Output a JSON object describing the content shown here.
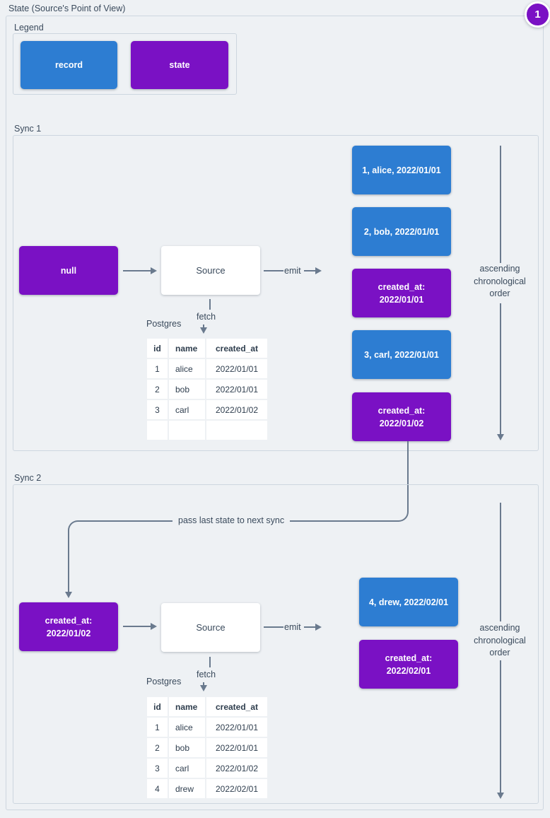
{
  "title": "State (Source's Point of View)",
  "annotation_badge": "1",
  "colors": {
    "record_blue": "#2d7dd2",
    "state_purple": "#7a11c4",
    "arrow_gray": "#6a7a8e",
    "label_text": "#3a4a5c",
    "frame_border": "#cdd6df",
    "background": "#eef1f4",
    "box_text": "#ffffff",
    "table_cell_bg": "#ffffff"
  },
  "legend": {
    "label": "Legend",
    "items": [
      {
        "name": "record"
      },
      {
        "name": "state"
      }
    ]
  },
  "sync1": {
    "label": "Sync 1",
    "input_state": "null",
    "source": "Source",
    "emit_label": "emit",
    "fetch_label": "fetch",
    "db_label": "Postgres",
    "order_note": "ascending chronological order",
    "table": {
      "headers": [
        "id",
        "name",
        "created_at"
      ],
      "rows": [
        [
          "1",
          "alice",
          "2022/01/01"
        ],
        [
          "2",
          "bob",
          "2022/01/01"
        ],
        [
          "3",
          "carl",
          "2022/01/02"
        ],
        [
          "",
          "",
          ""
        ]
      ]
    },
    "emitted": [
      {
        "type": "record",
        "text": "1, alice, 2022/01/01"
      },
      {
        "type": "record",
        "text": "2, bob, 2022/01/01"
      },
      {
        "type": "state",
        "text": "created_at: 2022/01/01"
      },
      {
        "type": "record",
        "text": "3, carl, 2022/01/01"
      },
      {
        "type": "state",
        "text": "created_at: 2022/01/02"
      }
    ]
  },
  "connector": {
    "label": "pass last state to next sync"
  },
  "sync2": {
    "label": "Sync 2",
    "input_state": "created_at: 2022/01/02",
    "source": "Source",
    "emit_label": "emit",
    "fetch_label": "fetch",
    "db_label": "Postgres",
    "order_note": "ascending chronological order",
    "table": {
      "headers": [
        "id",
        "name",
        "created_at"
      ],
      "rows": [
        [
          "1",
          "alice",
          "2022/01/01"
        ],
        [
          "2",
          "bob",
          "2022/01/01"
        ],
        [
          "3",
          "carl",
          "2022/01/02"
        ],
        [
          "4",
          "drew",
          "2022/02/01"
        ]
      ]
    },
    "emitted": [
      {
        "type": "record",
        "text": "4, drew, 2022/02/01"
      },
      {
        "type": "state",
        "text": "created_at: 2022/02/01"
      }
    ]
  }
}
